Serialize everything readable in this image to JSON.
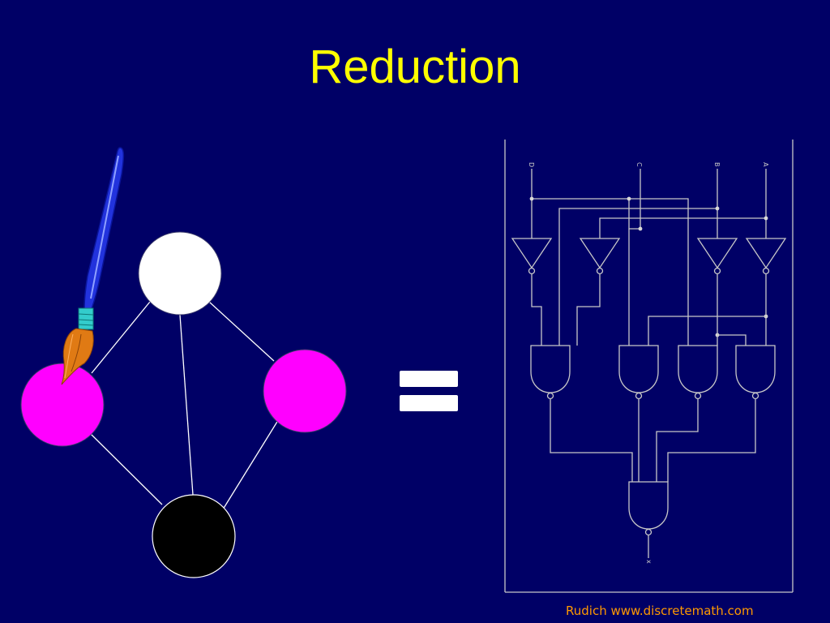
{
  "slide": {
    "title": "Reduction",
    "footer": "Rudich www.discretemath.com"
  },
  "colors": {
    "background": "#000066",
    "title": "#ffff00",
    "footer": "#ff9900",
    "node_white": "#ffffff",
    "node_magenta": "#ff00ff",
    "node_black": "#000000",
    "edge": "#ffffff",
    "equals_sign": "#ffffff",
    "circuit": "#c8c8c8"
  },
  "graph": {
    "nodes": [
      {
        "id": "top",
        "color": "white"
      },
      {
        "id": "left",
        "color": "magenta"
      },
      {
        "id": "right",
        "color": "magenta"
      },
      {
        "id": "bottom",
        "color": "black"
      }
    ],
    "edges": [
      [
        "top",
        "left"
      ],
      [
        "top",
        "right"
      ],
      [
        "top",
        "bottom"
      ],
      [
        "left",
        "bottom"
      ],
      [
        "right",
        "bottom"
      ]
    ]
  },
  "icons": [
    "paintbrush-icon",
    "equals-icon"
  ],
  "circuit": {
    "inputs": [
      "D",
      "C",
      "B",
      "A"
    ],
    "output": "x"
  }
}
